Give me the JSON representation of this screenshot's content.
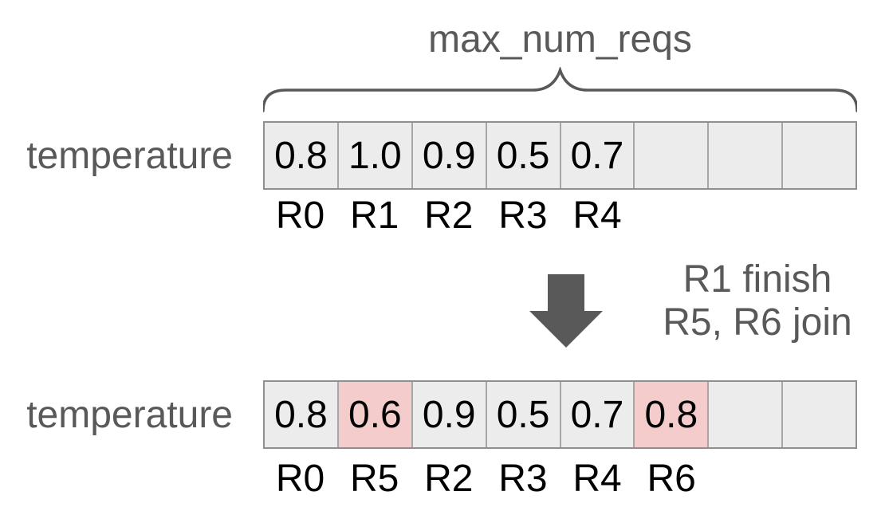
{
  "colors": {
    "text-gray": "#595959",
    "shape-gray": "#595959",
    "cell-bg": "#ececec",
    "cell-highlight-bg": "#f4cccc",
    "cell-border": "#a6a6a6",
    "value-color": "#000000"
  },
  "brace": {
    "label": "max_num_reqs"
  },
  "arrays": {
    "before": {
      "row_label": "temperature",
      "cells": [
        "0.8",
        "1.0",
        "0.9",
        "0.5",
        "0.7",
        "",
        "",
        ""
      ],
      "highlighted": [],
      "request_labels": [
        "R0",
        "R1",
        "R2",
        "R3",
        "R4"
      ]
    },
    "after": {
      "row_label": "temperature",
      "cells": [
        "0.8",
        "0.6",
        "0.9",
        "0.5",
        "0.7",
        "0.8",
        "",
        ""
      ],
      "highlighted": [
        1,
        5
      ],
      "request_labels": [
        "R0",
        "R5",
        "R2",
        "R3",
        "R4",
        "R6"
      ]
    }
  },
  "transition": {
    "line1": "R1 finish",
    "line2": "R5, R6 join"
  }
}
